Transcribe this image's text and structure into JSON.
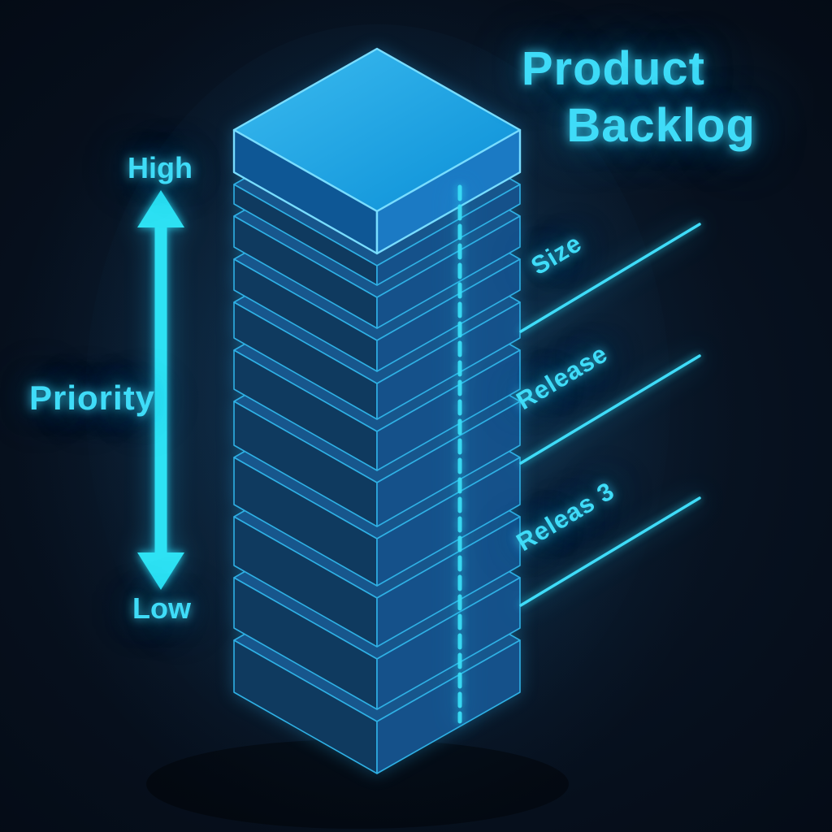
{
  "title": {
    "line1": "Product",
    "line2": "Backlog"
  },
  "priority_axis": {
    "high_label": "High",
    "axis_label": "Priority",
    "low_label": "Low"
  },
  "callouts": [
    {
      "label": "Size"
    },
    {
      "label": "Release"
    },
    {
      "label": "Releas 3"
    }
  ],
  "stack": {
    "description": "isometric tower of backlog item slabs, widest detail at top",
    "layer_count": 11,
    "layer_thicknesses": [
      52,
      24,
      38,
      38,
      44,
      48,
      54,
      58,
      60,
      62,
      64
    ],
    "gap": 15
  },
  "colors": {
    "accent": "#3fdcf8",
    "top_face_light": "#3cbcf0",
    "top_face_dark": "#0a8ed6",
    "top_slab_left": "#0e5795",
    "top_slab_right": "#1b7ac4",
    "slab_left": "#0f3a5f",
    "slab_right": "#15518a",
    "slab_top": "#17568c",
    "edge": "#2fb0e4",
    "edge_bright": "#79ddff",
    "dashed_line": "#3ae0f8",
    "arrow": "#2ee2f4",
    "background_center": "#0b1a2c",
    "background_edge": "#030810"
  }
}
